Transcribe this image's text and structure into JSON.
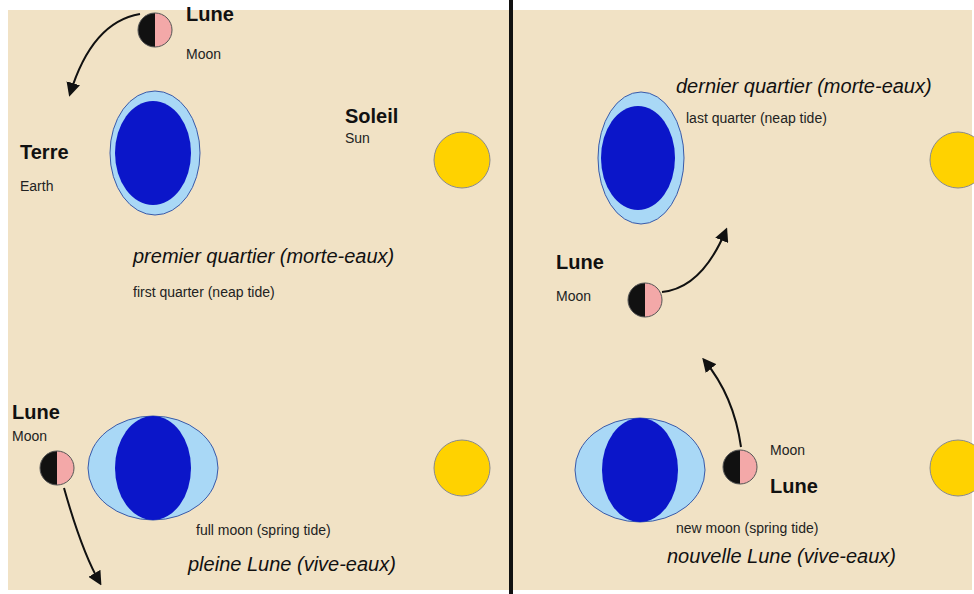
{
  "diagram": {
    "nodes": [
      {
        "text": [
          "Terre",
          "Earth"
        ]
      },
      {
        "text": [
          "Soleil",
          "Sun"
        ]
      },
      {
        "text": [
          "Lune",
          "Moon"
        ]
      },
      {
        "text": [
          "Lune",
          "Moon"
        ]
      },
      {
        "text": [
          "Lune",
          "Moon"
        ]
      },
      {
        "text": [
          "Moon",
          "Lune"
        ]
      }
    ],
    "labels": [
      "premier quartier (morte-eaux)",
      "first quarter (neap tide)",
      "full moon (spring tide)",
      "pleine Lune (vive-eaux)",
      "dernier quartier (morte-eaux)",
      "last quarter (neap tide)",
      "new moon (spring tide)",
      "nouvelle Lune (vive-eaux)"
    ]
  }
}
